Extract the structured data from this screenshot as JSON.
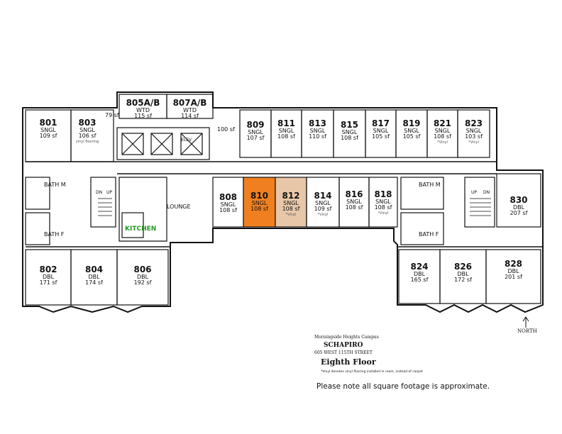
{
  "colors": {
    "highlight": "#F0801F",
    "neighbor": "#E8C7A9",
    "kitchen": "#1F9A1F"
  },
  "rooms": [
    {
      "num": "801",
      "type": "SNGL",
      "sf": "109 sf"
    },
    {
      "num": "803",
      "type": "SNGL",
      "sf": "106 sf",
      "note": "vinyl flooring"
    },
    {
      "num": "805A/B",
      "type": "WTD",
      "sf": "115 sf"
    },
    {
      "num": "807A/B",
      "type": "WTD",
      "sf": "114 sf"
    },
    {
      "num": "809",
      "type": "SNGL",
      "sf": "107 sf"
    },
    {
      "num": "811",
      "type": "SNGL",
      "sf": "108 sf"
    },
    {
      "num": "813",
      "type": "SNGL",
      "sf": "110 sf"
    },
    {
      "num": "815",
      "type": "SNGL",
      "sf": "108 sf"
    },
    {
      "num": "817",
      "type": "SNGL",
      "sf": "105 sf"
    },
    {
      "num": "819",
      "type": "SNGL",
      "sf": "105 sf"
    },
    {
      "num": "821",
      "type": "SNGL",
      "sf": "108 sf",
      "note": "*Vinyl"
    },
    {
      "num": "823",
      "type": "SNGL",
      "sf": "103 sf",
      "note": "*Vinyl"
    },
    {
      "num": "808",
      "type": "SNGL",
      "sf": "108 sf"
    },
    {
      "num": "810",
      "type": "SNGL",
      "sf": "108 sf"
    },
    {
      "num": "812",
      "type": "SNGL",
      "sf": "108 sf",
      "note": "*Vinyl"
    },
    {
      "num": "814",
      "type": "SNGL",
      "sf": "109 sf",
      "note": "*Vinyl"
    },
    {
      "num": "816",
      "type": "SNGL",
      "sf": "108 sf"
    },
    {
      "num": "818",
      "type": "SNGL",
      "sf": "108 sf",
      "note": "*Vinyl"
    },
    {
      "num": "830",
      "type": "DBL",
      "sf": "207 sf"
    },
    {
      "num": "802",
      "type": "DBL",
      "sf": "171 sf"
    },
    {
      "num": "804",
      "type": "DBL",
      "sf": "174 sf"
    },
    {
      "num": "806",
      "type": "DBL",
      "sf": "192 sf"
    },
    {
      "num": "824",
      "type": "DBL",
      "sf": "165 sf"
    },
    {
      "num": "826",
      "type": "DBL",
      "sf": "172 sf"
    },
    {
      "num": "828",
      "type": "DBL",
      "sf": "201 sf"
    }
  ],
  "spaces": {
    "lounge": "LOUNGE",
    "kitchen": "KITCHEN",
    "elev": "ELEV",
    "bath_m": "BATH M",
    "bath_f": "BATH F",
    "dn": "DN",
    "up": "UP",
    "hall_79": "79 sf",
    "hall_100": "100 sf"
  },
  "legend": {
    "campus": "Morningside Heights Campus",
    "building": "SCHAPIRO",
    "address": "605 WEST 115TH STREET",
    "floor": "Eighth Floor",
    "vinyl_note": "*Vinyl denotes vinyl flooring installed in room, instead of carpet",
    "north": "NORTH",
    "disclaimer": "Please note all square footage is approximate."
  }
}
